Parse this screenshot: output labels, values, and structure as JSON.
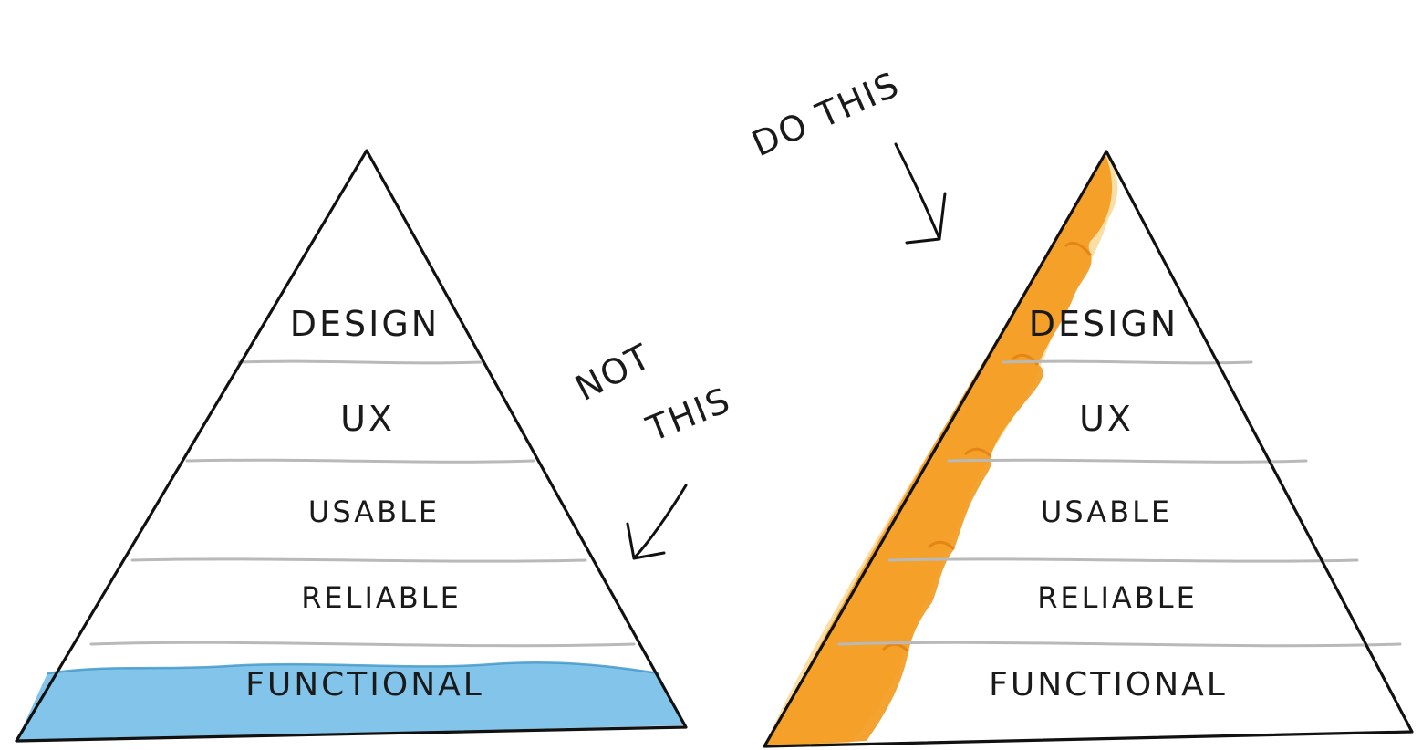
{
  "pyramids": [
    {
      "layers": [
        "DESIGN",
        "UX",
        "USABLE",
        "RELIABLE",
        "FUNCTIONAL"
      ]
    },
    {
      "layers": [
        "DESIGN",
        "UX",
        "USABLE",
        "RELIABLE",
        "FUNCTIONAL"
      ]
    }
  ],
  "notes": {
    "not_this_line1": "NOT",
    "not_this_line2": "THIS",
    "do_this": "DO THIS"
  },
  "colors": {
    "water": "#5fb3e0",
    "fire": "#f39a1e",
    "fire_light": "#f8c25a",
    "ink": "#111111",
    "divider": "#b9b9b9"
  }
}
